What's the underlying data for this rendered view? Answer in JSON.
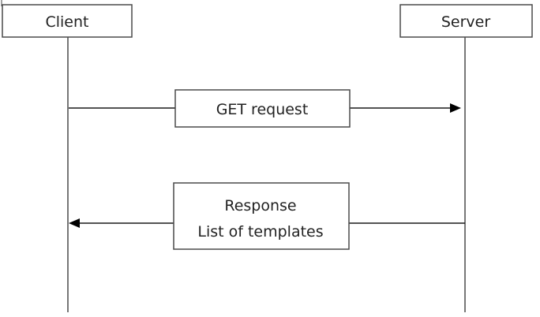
{
  "participants": {
    "client": {
      "label": "Client"
    },
    "server": {
      "label": "Server"
    }
  },
  "messages": {
    "request": {
      "from": "client",
      "to": "server",
      "lines": [
        "GET request"
      ]
    },
    "response": {
      "from": "server",
      "to": "client",
      "lines": [
        "Response",
        "List of templates"
      ]
    }
  },
  "colors": {
    "stroke": "#4a4a4a",
    "arrow": "#000000",
    "text": "#222222",
    "background": "#ffffff"
  }
}
